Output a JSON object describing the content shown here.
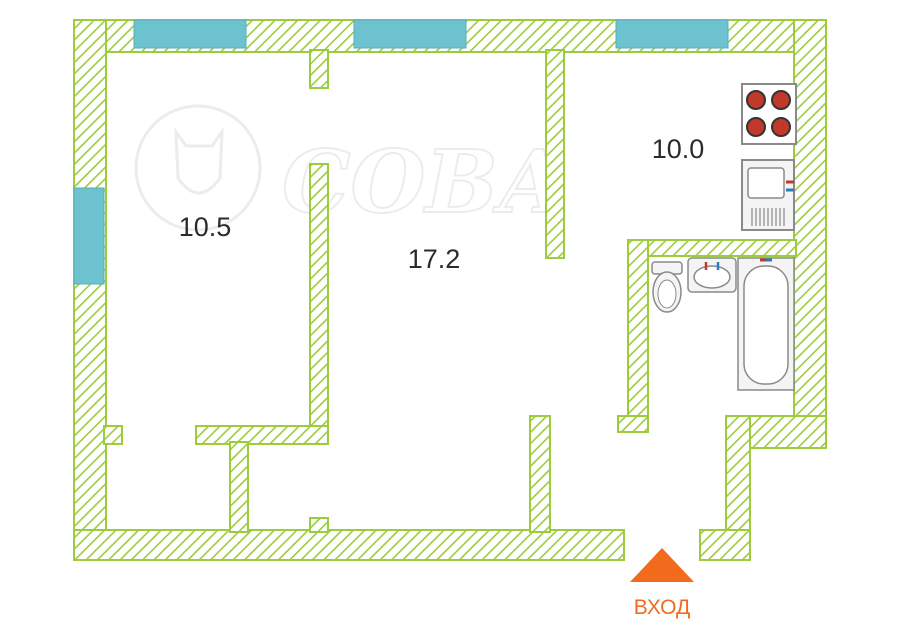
{
  "rooms": {
    "left_room_area": "10.5",
    "living_room_area": "17.2",
    "kitchen_area": "10.0"
  },
  "entrance": {
    "label": "ВХОД"
  },
  "watermark": {
    "text": "СОВА"
  },
  "colors": {
    "wall_outline": "#9ccc3c",
    "wall_hatch": "#9ccc3c",
    "window": "#6cc3cf",
    "entrance_arrow": "#f26a1b",
    "fixture_stroke": "#8a8a8a",
    "stove_burner": "#c0392b"
  }
}
